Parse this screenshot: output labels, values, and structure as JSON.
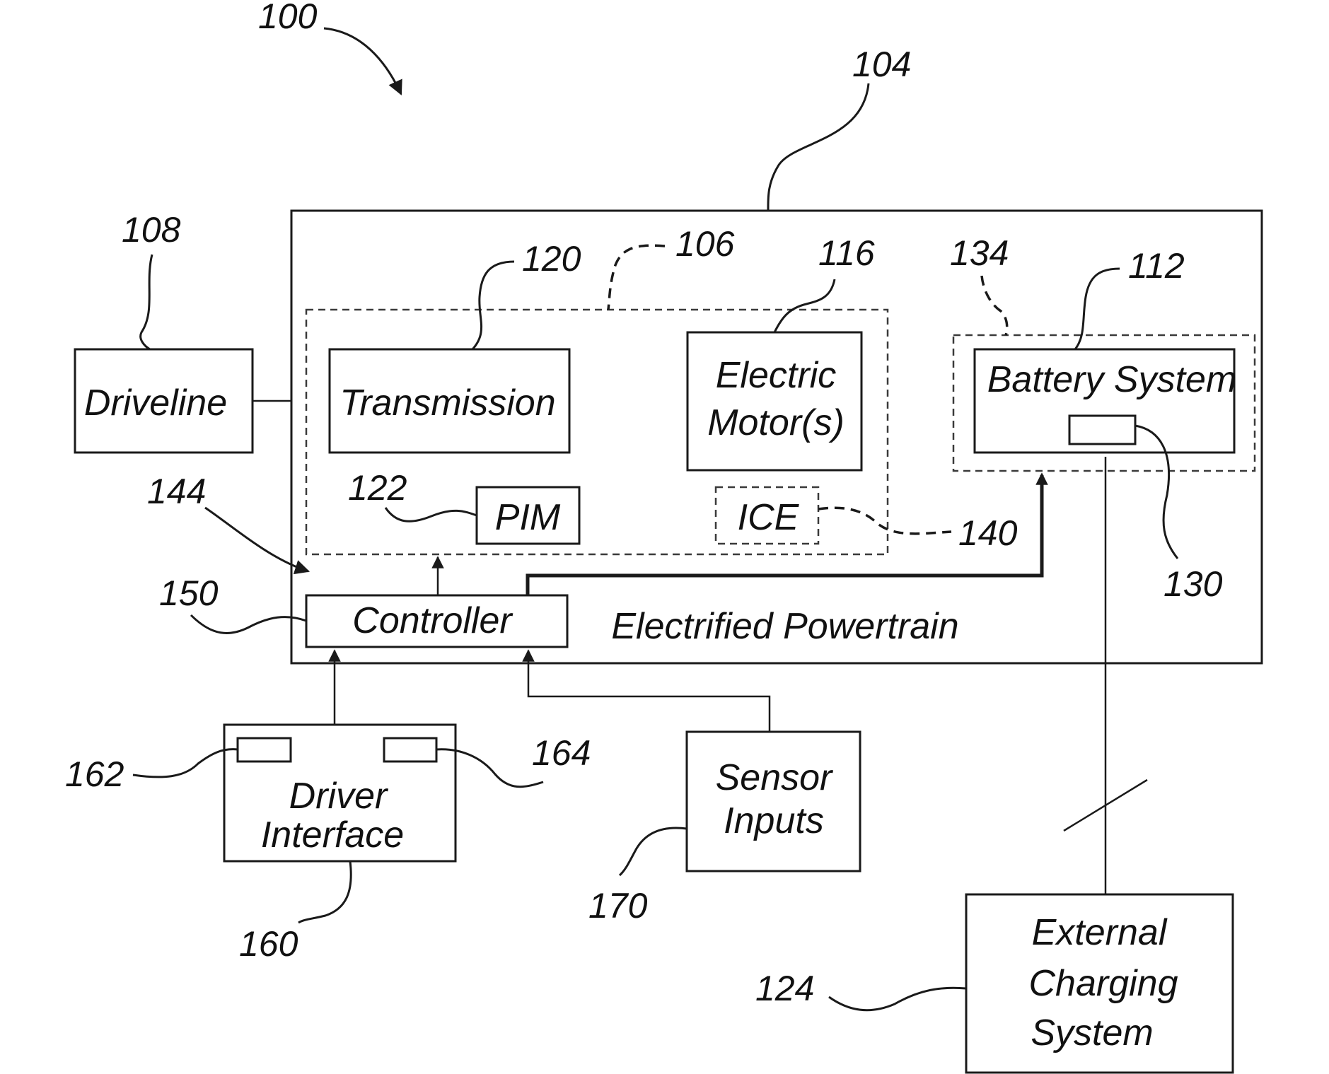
{
  "blocks": {
    "driveline": "Driveline",
    "transmission": "Transmission",
    "electric_motor": [
      "Electric",
      "Motor(s)"
    ],
    "battery_system": "Battery System",
    "pim": "PIM",
    "ice": "ICE",
    "controller": "Controller",
    "electrified_powertrain": "Electrified Powertrain",
    "driver_interface": [
      "Driver",
      "Interface"
    ],
    "sensor_inputs": [
      "Sensor",
      "Inputs"
    ],
    "external_charging": [
      "External",
      "Charging",
      "System"
    ]
  },
  "refs": {
    "r100": "100",
    "r104": "104",
    "r106": "106",
    "r108": "108",
    "r112": "112",
    "r116": "116",
    "r120": "120",
    "r122": "122",
    "r124": "124",
    "r130": "130",
    "r134": "134",
    "r140": "140",
    "r144": "144",
    "r150": "150",
    "r160": "160",
    "r162": "162",
    "r164": "164",
    "r170": "170"
  }
}
